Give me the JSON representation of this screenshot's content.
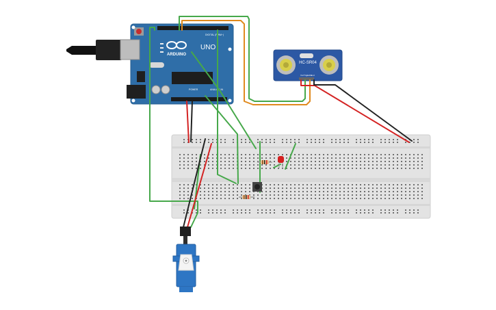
{
  "arduino": {
    "brand": "ARDUINO",
    "model": "UNO",
    "digital_label": "DIGITAL (PWM~)",
    "power_label": "POWER",
    "analog_label": "ANALOG IN"
  },
  "sensor": {
    "model": "HC-SR04",
    "pin_labels": [
      "Vcc",
      "Trig",
      "Echo",
      "Gnd"
    ]
  },
  "colors": {
    "board": "#2f6ea8",
    "sensor_board": "#2c58a4",
    "breadboard": "#e5e5e5",
    "servo": "#2e76c4",
    "wire_green": "#46a84a",
    "wire_red": "#d42323",
    "wire_black": "#222222",
    "wire_orange": "#e08a1e",
    "led": "#d42020"
  }
}
